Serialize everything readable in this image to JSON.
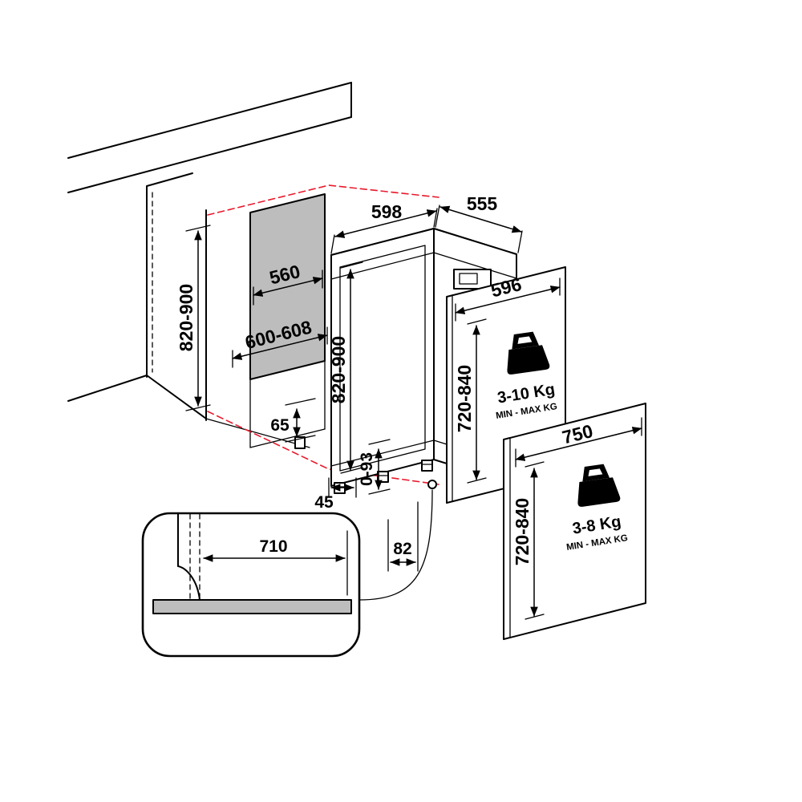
{
  "diagram": {
    "colors": {
      "outline": "#000000",
      "projection_red": "#e8192c",
      "panel_gray": "#bdbdbd",
      "surface_white": "#ffffff"
    },
    "dims": {
      "appliance_width": "598",
      "appliance_depth": "555",
      "appliance_height": "820-900",
      "niche_depth": "560",
      "niche_width": "600-608",
      "niche_height": "820-900",
      "plinth_height": "65",
      "side_clearance": "45",
      "feet_adjust": "0-93",
      "drain_offset": "82",
      "plinth_recess": "710",
      "panel_small_width": "596",
      "panel_small_height": "720-840",
      "panel_large_width": "750",
      "panel_large_height": "720-840"
    },
    "panel_small": {
      "weight_range": "3-10 Kg",
      "weight_caption": "MIN - MAX KG"
    },
    "panel_large": {
      "weight_range": "3-8 Kg",
      "weight_caption": "MIN - MAX KG"
    }
  }
}
